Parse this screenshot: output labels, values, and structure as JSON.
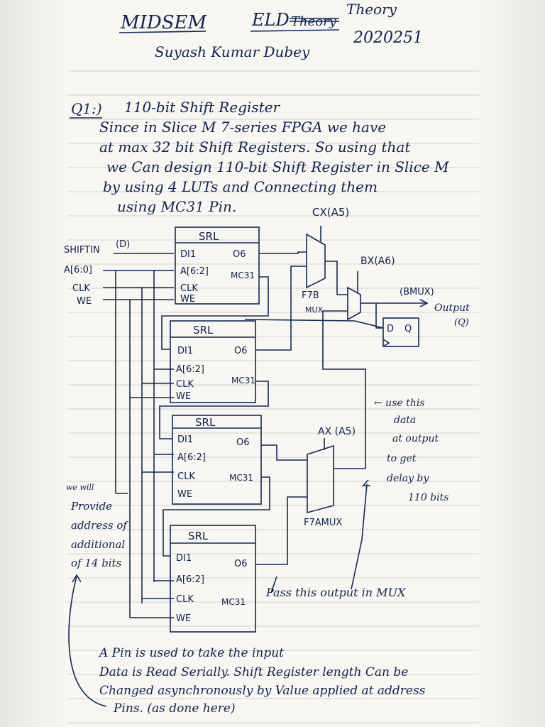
{
  "header": {
    "title": "MIDSEM",
    "subject_prefix": "ELD",
    "subject_struck": "Theory",
    "subject": "Theory",
    "roll_number": "2020251",
    "student_name": "Suyash Kumar Dubey"
  },
  "question": {
    "label": "Q1:)",
    "title": "110-bit Shift Register",
    "lines": [
      "Since in Slice M 7-series FPGA we have",
      "at max 32 bit Shift Registers. So using that",
      "we Can design 110-bit Shift Register in Slice M",
      "by using 4 LUTs and Connecting them",
      "using MC31 Pin."
    ]
  },
  "diagram": {
    "inputs": {
      "shiftin": "SHIFTIN",
      "d_label": "(D)",
      "addr": "A[6:0]",
      "clk": "CLK",
      "we": "WE"
    },
    "srl_blocks": [
      {
        "title": "SRL",
        "din": "DI1",
        "addr": "A[6:2]",
        "clk": "CLK",
        "we": "WE",
        "out": "O6",
        "cascade": "MC31"
      },
      {
        "title": "SRL",
        "din": "DI1",
        "addr": "A[6:2]",
        "clk": "CLK",
        "we": "WE",
        "out": "O6",
        "cascade": "MC31"
      },
      {
        "title": "SRL",
        "din": "DI1",
        "addr": "A[6:2]",
        "clk": "CLK",
        "we": "WE",
        "out": "O6",
        "cascade": "MC31"
      },
      {
        "title": "SRL",
        "din": "DI1",
        "addr": "A[6:2]",
        "clk": "CLK",
        "we": "WE",
        "out": "O6",
        "cascade": "MC31"
      }
    ],
    "mux_labels": {
      "cx": "CX(A5)",
      "bx": "BX(A6)",
      "f7b": "F7B",
      "f7b_mux": "MUX",
      "bmux": "(BMUX)",
      "ax": "AX (A5)",
      "f7a": "F7AMUX"
    },
    "flipflop": {
      "d": "D",
      "q": "Q"
    },
    "output": {
      "label": "Output",
      "q": "(Q)"
    },
    "notes": {
      "use_data": [
        "← use this",
        "data",
        "at output",
        "to get",
        "delay by",
        "110 bits"
      ],
      "pass_output": "Pass this output in MUX",
      "we_will": "we will",
      "provide": [
        "Provide",
        "address of",
        "additional",
        "of 14 bits"
      ]
    }
  },
  "footer_lines": [
    "A Pin is used to take the input",
    "Data is Read Serially. Shift Register length Can be",
    "Changed asynchronously by Value applied at address",
    "Pins. (as done here)"
  ]
}
